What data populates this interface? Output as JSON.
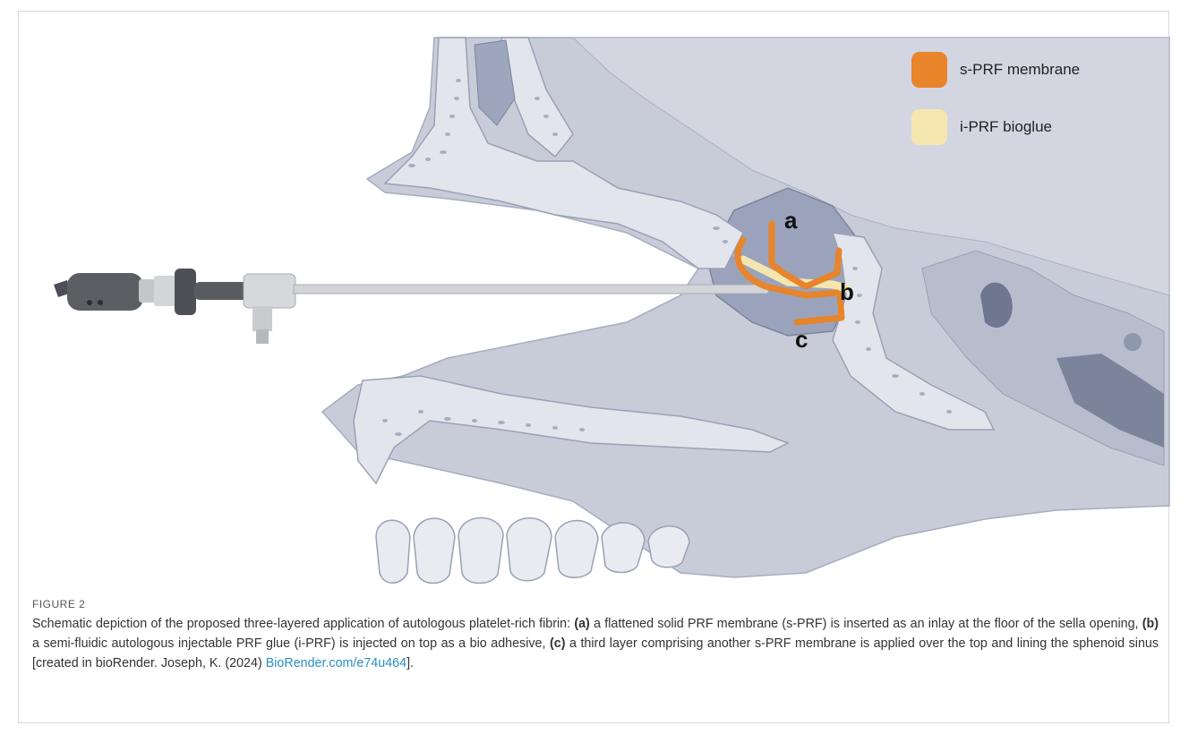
{
  "legend": {
    "items": [
      {
        "label": "s-PRF membrane",
        "color": "#e8842a"
      },
      {
        "label": "i-PRF bioglue",
        "color": "#f5e6b0"
      }
    ]
  },
  "markers": {
    "a": "a",
    "b": "b",
    "c": "c"
  },
  "figure_label": "FIGURE 2",
  "caption": {
    "intro": "Schematic depiction of the proposed three-layered application of autologous platelet-rich fibrin: ",
    "a_tag": "(a)",
    "a_text": " a flattened solid PRF membrane (s-PRF) is inserted as an inlay at the floor of the sella opening, ",
    "b_tag": "(b)",
    "b_text": " a semi-fluidic autologous injectable PRF glue (i-PRF) is injected on top as a bio adhesive, ",
    "c_tag": "(c)",
    "c_text": " a third layer comprising another s-PRF membrane is applied over the top and lining the sphenoid sinus [created in bioRender. Joseph, K. (2024) ",
    "link": "BioRender.com/e74u464",
    "end": "]."
  },
  "colors": {
    "bone": "#dde0e8",
    "tissue": "#c3c8d6",
    "outline": "#9aa1b5",
    "membrane": "#e8842a",
    "glue": "#f5e6b0"
  }
}
